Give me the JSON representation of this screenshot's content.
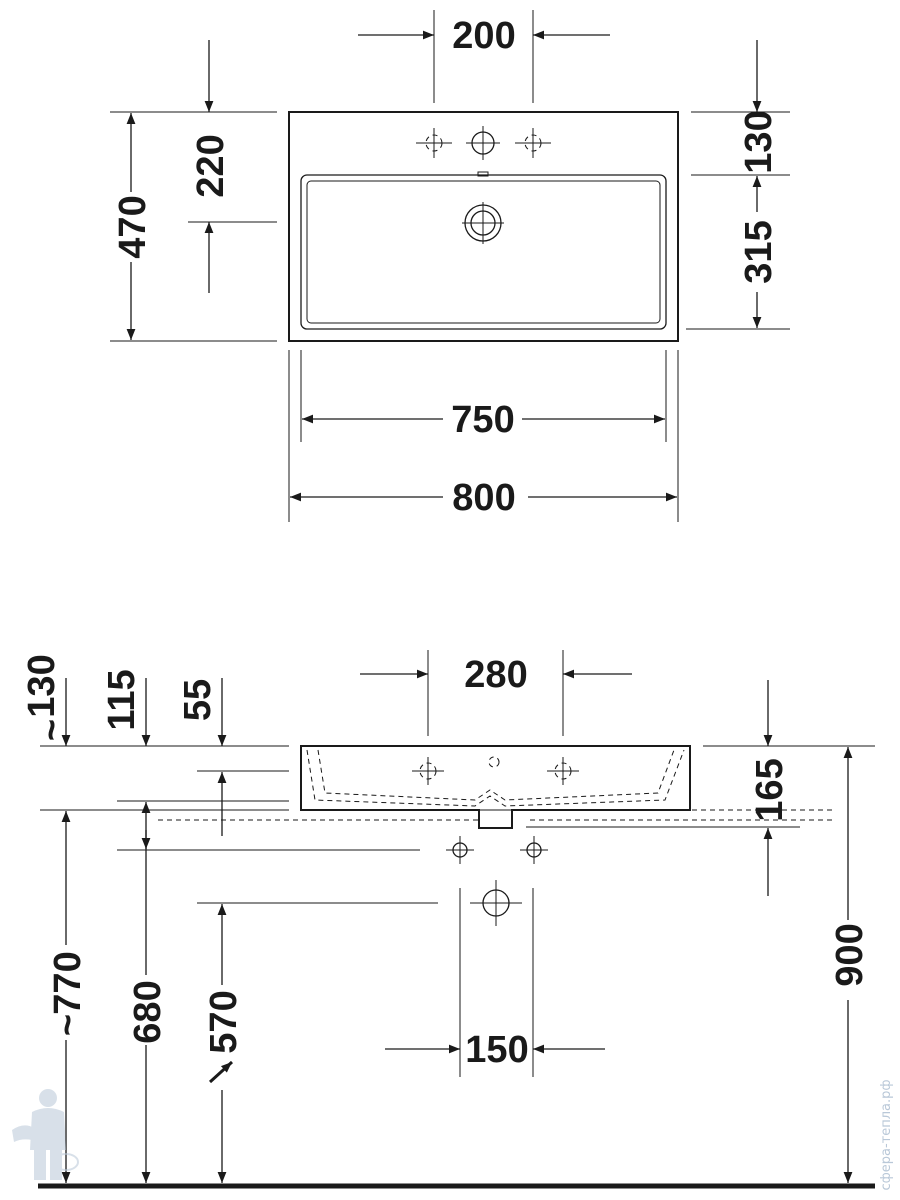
{
  "top_view": {
    "dim_200": "200",
    "dim_220": "220",
    "dim_470": "470",
    "dim_130": "130",
    "dim_315": "315",
    "dim_750": "750",
    "dim_800": "800"
  },
  "front_view": {
    "dim_280": "280",
    "dim_130": "130",
    "dim_115": "115",
    "dim_55": "55",
    "dim_165": "165",
    "dim_900": "900",
    "dim_770": "770",
    "dim_680": "680",
    "dim_570": "570",
    "dim_150": "150",
    "approx_mark": "~"
  },
  "watermark": {
    "site": "сфера-тепла.рф"
  },
  "colors": {
    "line": "#1a1a1a",
    "watermark": "#b9c8d8"
  }
}
